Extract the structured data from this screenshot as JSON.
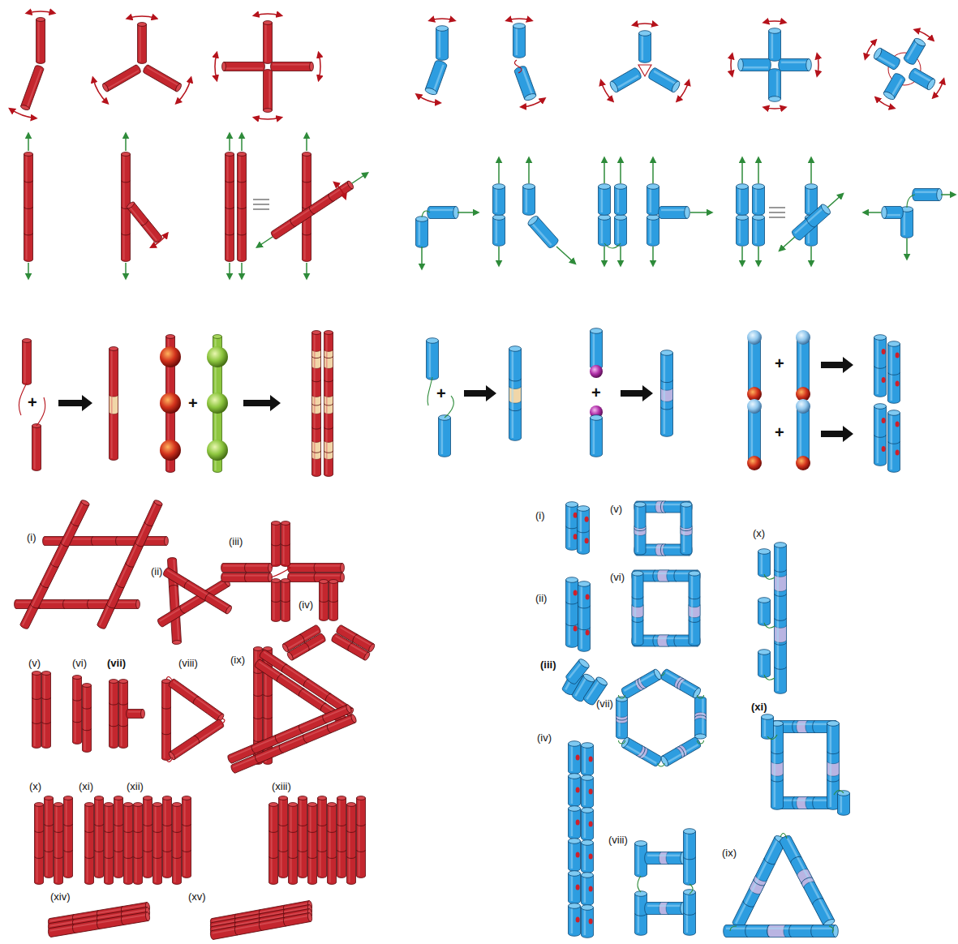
{
  "diagram": {
    "labels": [
      "(i)",
      "(ii)",
      "(iii)",
      "(iv)",
      "(v)",
      "(vi)",
      "(vii)",
      "(viii)",
      "(ix)",
      "(x)",
      "(xi)",
      "(xii)",
      "(xiii)",
      "(xiv)",
      "(xv)",
      "(i)",
      "(ii)",
      "(iii)",
      "(iv)",
      "(v)",
      "(vi)",
      "(vii)",
      "(viii)",
      "(ix)",
      "(x)",
      "(xi)",
      "+",
      "+",
      "+",
      "+",
      "+",
      "+"
    ]
  }
}
